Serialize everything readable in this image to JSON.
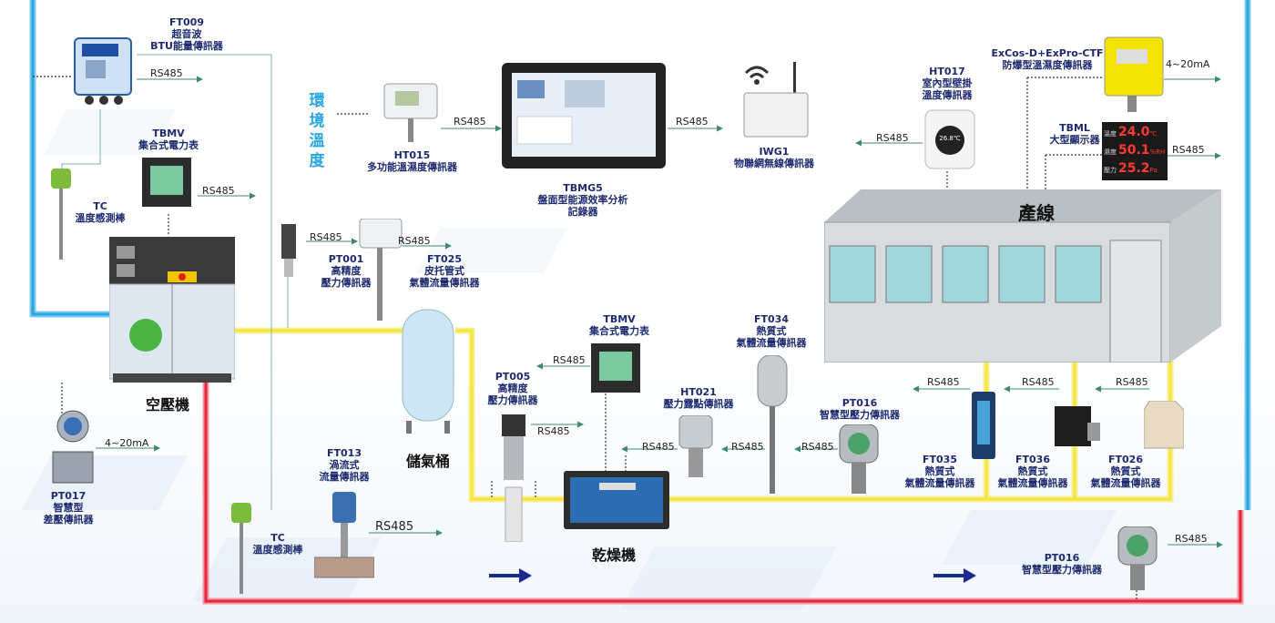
{
  "labels": {
    "ft009": [
      "FT009",
      "超音波",
      "BTU能量傳訊器"
    ],
    "tbmv1": [
      "TBMV",
      "集合式電力表"
    ],
    "tc1": [
      "TC",
      "溫度感測棒"
    ],
    "compressor": "空壓機",
    "pt017": [
      "PT017",
      "智慧型",
      "差壓傳訊器"
    ],
    "tc2": [
      "TC",
      "溫度感測棒"
    ],
    "env": [
      "環",
      "境",
      "溫",
      "度"
    ],
    "ht015": [
      "HT015",
      "多功能溫濕度傳訊器"
    ],
    "pt001": [
      "PT001",
      "高精度",
      "壓力傳訊器"
    ],
    "ft025": [
      "FT025",
      "皮托管式",
      "氣體流量傳訊器"
    ],
    "tbmg5": [
      "TBMG5",
      "盤面型能源效率分析",
      "記錄器"
    ],
    "iwg1": [
      "IWG1",
      "物聯網無線傳訊器"
    ],
    "tank": "儲氣桶",
    "tbmv2": [
      "TBMV",
      "集合式電力表"
    ],
    "pt005": [
      "PT005",
      "高精度",
      "壓力傳訊器"
    ],
    "ft013": [
      "FT013",
      "渦流式",
      "流量傳訊器"
    ],
    "dryer": "乾燥機",
    "ht021": [
      "HT021",
      "壓力露點傳訊器"
    ],
    "ft034": [
      "FT034",
      "熱質式",
      "氣體流量傳訊器"
    ],
    "pt016a": [
      "PT016",
      "智慧型壓力傳訊器"
    ],
    "ft035": [
      "FT035",
      "熱質式",
      "氣體流量傳訊器"
    ],
    "ft036": [
      "FT036",
      "熱質式",
      "氣體流量傳訊器"
    ],
    "ft026": [
      "FT026",
      "熱質式",
      "氣體流量傳訊器"
    ],
    "pt016b": [
      "PT016",
      "智慧型壓力傳訊器"
    ],
    "ht017": [
      "HT017",
      "室內型壁掛",
      "溫度傳訊器"
    ],
    "tbml": [
      "TBML",
      "大型顯示器"
    ],
    "excos": [
      "ExCos-D+ExPro-CTF",
      "防爆型溫濕度傳訊器"
    ],
    "line": "產線"
  },
  "signals": {
    "rs485": "RS485",
    "ma": "4~20mA"
  },
  "display": {
    "rows": [
      {
        "name": "溫度",
        "value": "24.0",
        "unit": "℃"
      },
      {
        "name": "濕度",
        "value": "50.1",
        "unit": "%RH"
      },
      {
        "name": "壓力",
        "value": "25.2",
        "unit": "Pa"
      }
    ],
    "ht017_reading": "26.8℃"
  },
  "colors": {
    "blue_pipe": "#2aa7e0",
    "yellow_pipe": "#f5e63a",
    "red_pipe": "#e8253c",
    "label_text": "#1d2a6e",
    "env_text": "#2aa7e0",
    "signal_arrow": "#3e8a6a",
    "flow_arrow": "#1d2a8a"
  }
}
